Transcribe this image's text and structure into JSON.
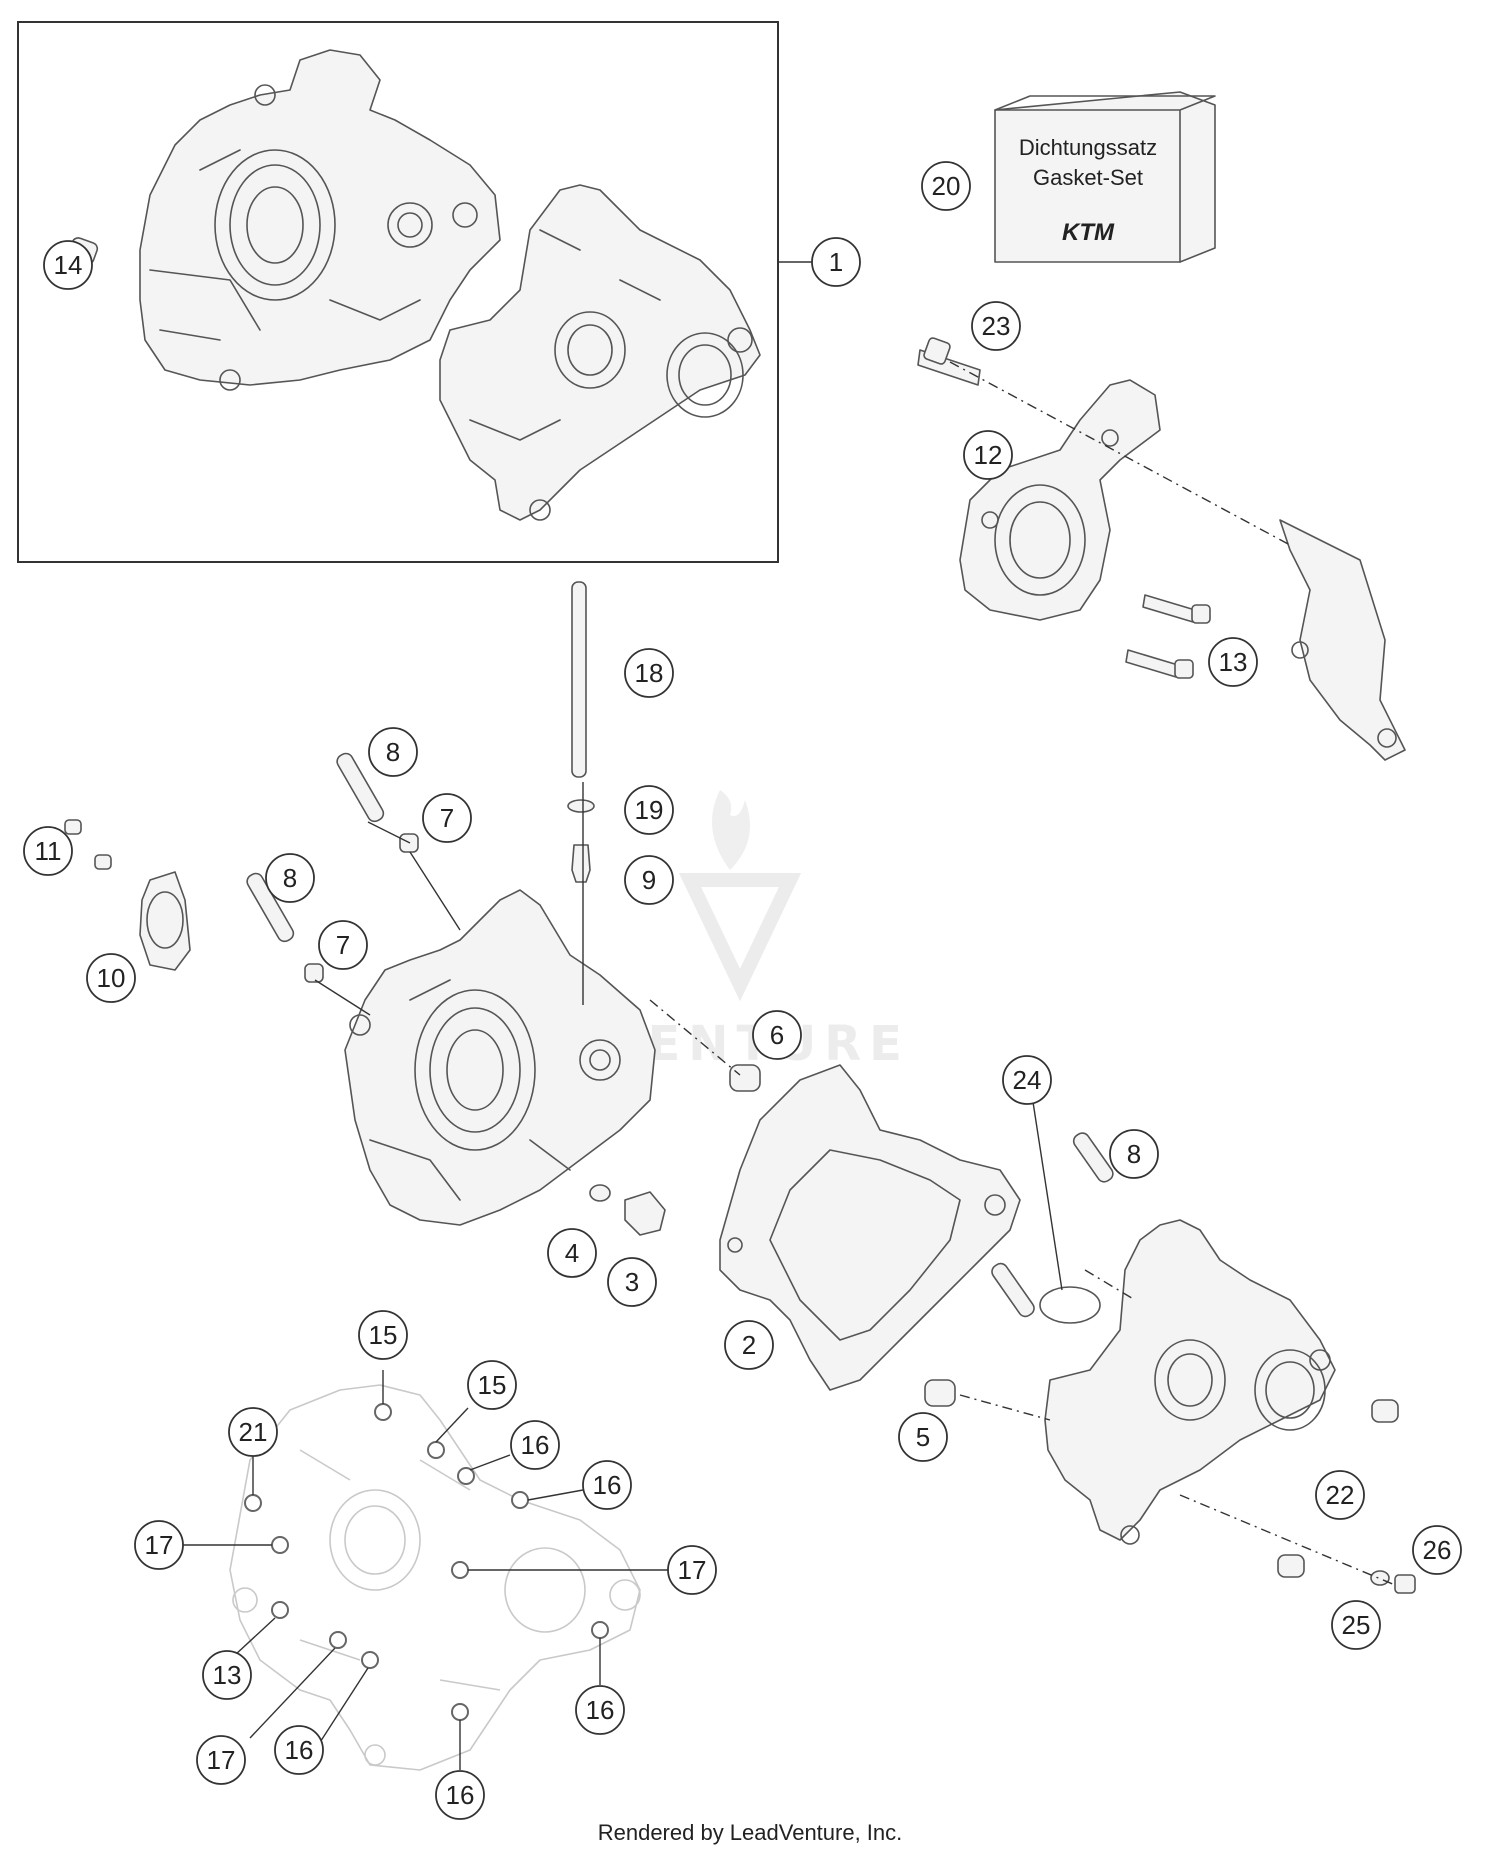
{
  "gasket_box": {
    "line1": "Dichtungssatz",
    "line2": "Gasket-Set",
    "brand": "KTM"
  },
  "watermark": "LEADVENTURE",
  "footer": "Rendered by LeadVenture, Inc.",
  "callouts": [
    {
      "label": "14"
    },
    {
      "label": "1"
    },
    {
      "label": "20"
    },
    {
      "label": "23"
    },
    {
      "label": "12"
    },
    {
      "label": "13"
    },
    {
      "label": "18"
    },
    {
      "label": "8"
    },
    {
      "label": "19"
    },
    {
      "label": "7"
    },
    {
      "label": "11"
    },
    {
      "label": "9"
    },
    {
      "label": "8"
    },
    {
      "label": "7"
    },
    {
      "label": "10"
    },
    {
      "label": "6"
    },
    {
      "label": "24"
    },
    {
      "label": "8"
    },
    {
      "label": "4"
    },
    {
      "label": "3"
    },
    {
      "label": "2"
    },
    {
      "label": "15"
    },
    {
      "label": "15"
    },
    {
      "label": "21"
    },
    {
      "label": "16"
    },
    {
      "label": "16"
    },
    {
      "label": "5"
    },
    {
      "label": "22"
    },
    {
      "label": "17"
    },
    {
      "label": "17"
    },
    {
      "label": "26"
    },
    {
      "label": "13"
    },
    {
      "label": "25"
    },
    {
      "label": "17"
    },
    {
      "label": "16"
    },
    {
      "label": "16"
    },
    {
      "label": "16"
    }
  ]
}
